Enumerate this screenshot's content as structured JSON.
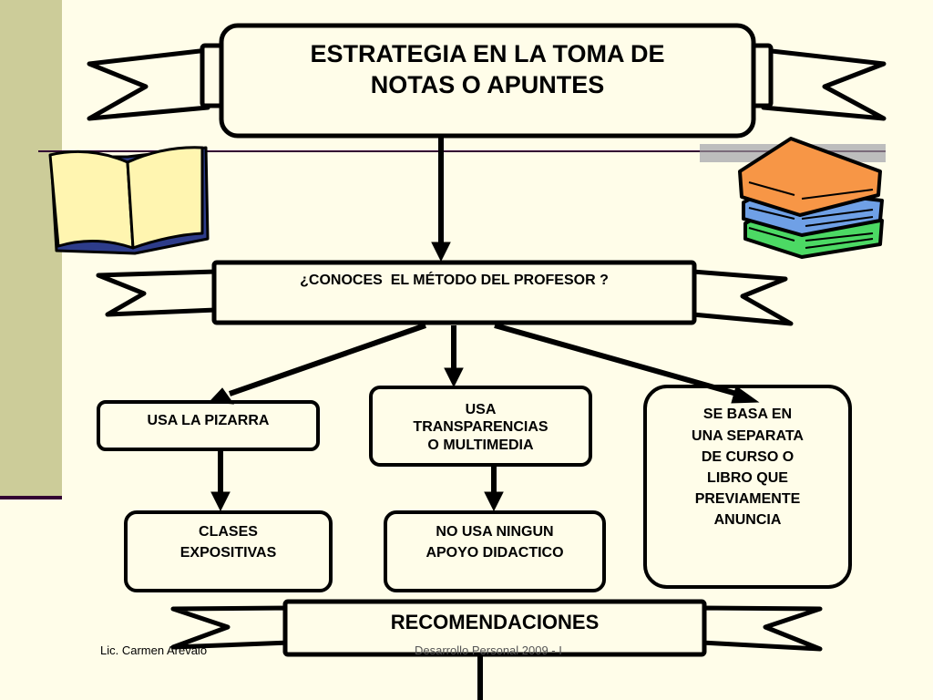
{
  "title": {
    "line1": "ESTRATEGIA EN LA TOMA DE",
    "line2": "NOTAS O APUNTES"
  },
  "question": "¿CONOCES  EL MÉTODO DEL PROFESOR ?",
  "options": {
    "pizarra": "USA LA PIZARRA",
    "transparencias": {
      "line1": "USA",
      "line2": "TRANSPARENCIAS",
      "line3": "O MULTIMEDIA"
    },
    "separata": {
      "line1": "SE BASA EN",
      "line2": "UNA SEPARATA",
      "line3": "DE CURSO O",
      "line4": "LIBRO QUE",
      "line5": "PREVIAMENTE",
      "line6": "ANUNCIA"
    }
  },
  "results": {
    "clases": {
      "line1": "CLASES",
      "line2": "EXPOSITIVAS"
    },
    "no_apoyo": {
      "line1": "NO USA NINGUN",
      "line2": "APOYO DIDACTICO"
    }
  },
  "recommendations": "RECOMENDACIONES",
  "footer": {
    "author": "Lic. Carmen Arevalo",
    "course": "Desarrollo Personal 2009 - I"
  },
  "colors": {
    "background": "#FFFDE9",
    "side_bar": "#CCCC99",
    "accent_line": "#330033",
    "book_cover": "#2D3C8A",
    "book_orange": "#F79646",
    "book_blue": "#6FA0E6",
    "book_green": "#4CD964"
  },
  "icons": [
    "open-book-icon",
    "stacked-books-icon"
  ]
}
